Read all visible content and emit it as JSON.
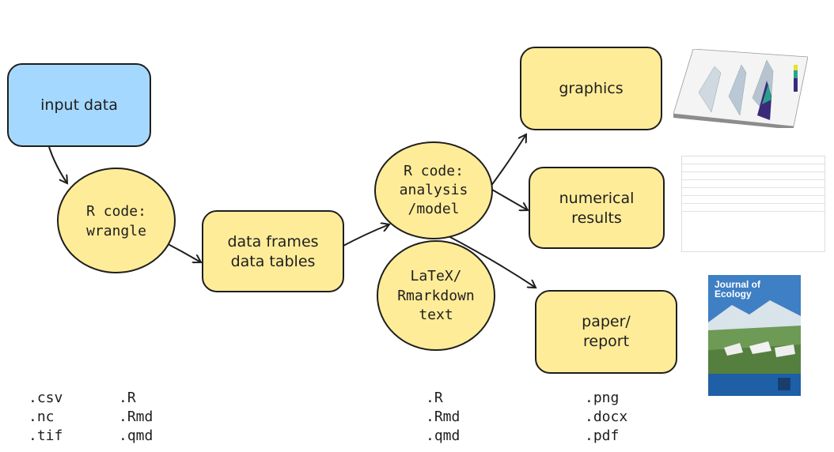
{
  "nodes": {
    "input_data": "input data",
    "wrangle": [
      "R code:",
      "wrangle"
    ],
    "data_frames": [
      "data frames",
      "data tables"
    ],
    "analysis": [
      "R code:",
      "analysis",
      "/model"
    ],
    "latex": [
      "LaTeX/",
      "Rmarkdown",
      "text"
    ],
    "graphics": "graphics",
    "numerical": [
      "numerical",
      "results"
    ],
    "paper": [
      "paper/",
      "report"
    ]
  },
  "extensions": {
    "input": [
      ".csv",
      ".nc",
      ".tif"
    ],
    "code1": [
      ".R",
      ".Rmd",
      ".qmd"
    ],
    "code2": [
      ".R",
      ".Rmd",
      ".qmd"
    ],
    "output": [
      ".png",
      ".docx",
      ".pdf"
    ]
  },
  "thumbnails": {
    "journal_title": [
      "Journal of",
      "Ecology"
    ]
  },
  "colors": {
    "input_fill": "#a5d8ff",
    "node_fill": "#ffec99",
    "stroke": "#1e1e1e"
  }
}
